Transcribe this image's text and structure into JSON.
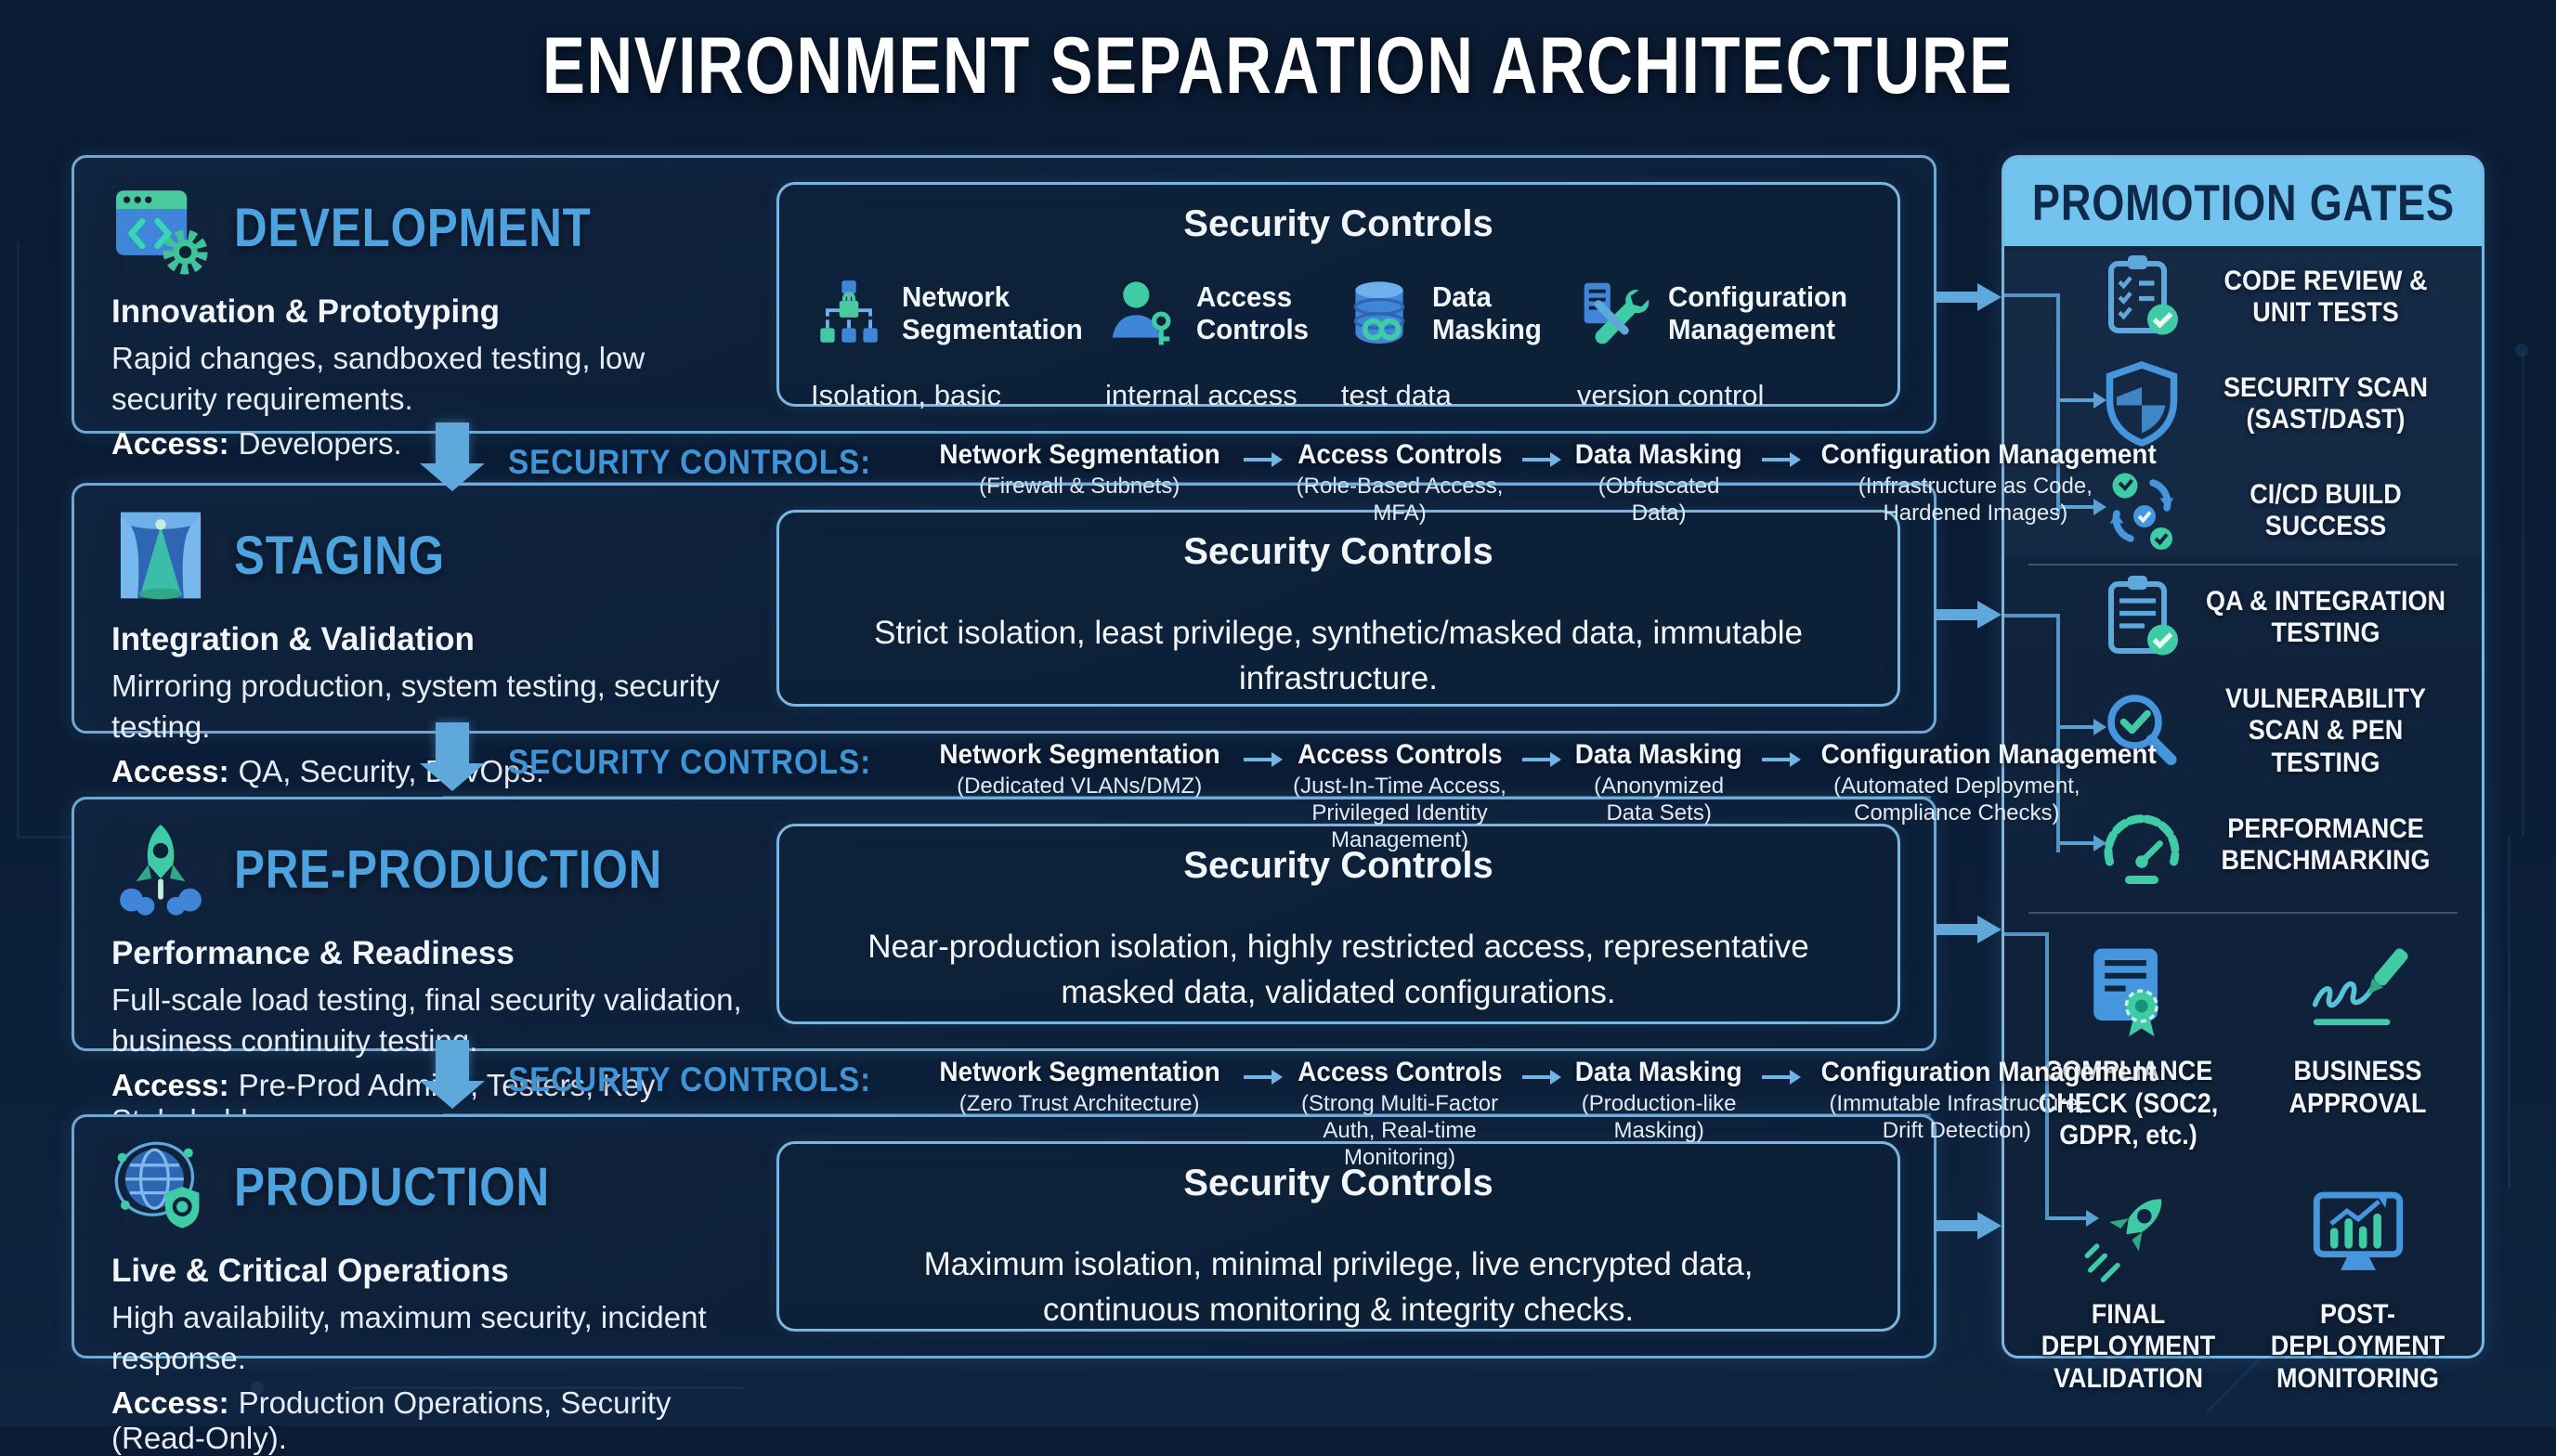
{
  "title": "ENVIRONMENT SEPARATION ARCHITECTURE",
  "colors": {
    "background": "#0a1b33",
    "box_fill": "#0e2138",
    "box_border": "#6fa9d2",
    "accent_blue": "#4da3e0",
    "arrow_blue": "#5fa8dc",
    "label_blue": "#3f94d8",
    "teal_green": "#3ecba6",
    "icon_blue": "#3f86d8",
    "gates_header_bg": "#72c3ee",
    "gates_header_text": "#0e2a4a",
    "text_white": "#f2f6fa"
  },
  "environments": [
    {
      "name": "DEVELOPMENT",
      "icon": "code-window-gear-icon",
      "subtitle": "Innovation & Prototyping",
      "description": "Rapid changes, sandboxed testing, low security requirements.",
      "access_label": "Access:",
      "access": "Developers.",
      "controls": {
        "title": "Security Controls",
        "items": [
          {
            "icon": "network-segmentation-icon",
            "label": "Network Segmentation",
            "detail": "Isolation, basic"
          },
          {
            "icon": "access-controls-icon",
            "label": "Access Controls",
            "detail": "internal access"
          },
          {
            "icon": "data-masking-icon",
            "label": "Data Masking",
            "detail": "test data"
          },
          {
            "icon": "configuration-management-icon",
            "label": "Configuration Management",
            "detail": "version control"
          }
        ]
      }
    },
    {
      "name": "STAGING",
      "icon": "stage-curtain-icon",
      "subtitle": "Integration & Validation",
      "description": "Mirroring production, system testing, security testing.",
      "access_label": "Access:",
      "access": "QA, Security, DevOps.",
      "controls": {
        "title": "Security Controls",
        "text": "Strict isolation, least privilege, synthetic/masked data, immutable infrastructure."
      }
    },
    {
      "name": "PRE-PRODUCTION",
      "icon": "rocket-launch-icon",
      "subtitle": "Performance & Readiness",
      "description": "Full-scale load testing, final security validation, business continuity testing.",
      "access_label": "Access:",
      "access": "Pre-Prod Admins, Testers, Key Stakeholders.",
      "controls": {
        "title": "Security Controls",
        "text": "Near-production isolation, highly restricted access, representative masked data, validated configurations."
      }
    },
    {
      "name": "PRODUCTION",
      "icon": "globe-shield-icon",
      "subtitle": "Live & Critical Operations",
      "description": "High availability, maximum security, incident response.",
      "access_label": "Access:",
      "access": "Production Operations, Security (Read-Only).",
      "controls": {
        "title": "Security Controls",
        "text": "Maximum isolation, minimal privilege, live encrypted data, continuous monitoring & integrity checks."
      }
    }
  ],
  "transitions": [
    {
      "label": "SECURITY CONTROLS:",
      "steps": [
        {
          "name": "Network Segmentation",
          "detail": "(Firewall & Subnets)"
        },
        {
          "name": "Access Controls",
          "detail": "(Role-Based Access, MFA)"
        },
        {
          "name": "Data Masking",
          "detail": "(Obfuscated Data)"
        },
        {
          "name": "Configuration Management",
          "detail": "(Infrastructure as Code, Hardened Images)"
        }
      ]
    },
    {
      "label": "SECURITY CONTROLS:",
      "steps": [
        {
          "name": "Network Segmentation",
          "detail": "(Dedicated VLANs/DMZ)"
        },
        {
          "name": "Access Controls",
          "detail": "(Just-In-Time Access, Privileged Identity Management)"
        },
        {
          "name": "Data Masking",
          "detail": "(Anonymized Data Sets)"
        },
        {
          "name": "Configuration Management",
          "detail": "(Automated Deployment, Compliance Checks)"
        }
      ]
    },
    {
      "label": "SECURITY CONTROLS:",
      "steps": [
        {
          "name": "Network Segmentation",
          "detail": "(Zero Trust Architecture)"
        },
        {
          "name": "Access Controls",
          "detail": "(Strong Multi-Factor Auth, Real-time Monitoring)"
        },
        {
          "name": "Data Masking",
          "detail": "(Production-like Masking)"
        },
        {
          "name": "Configuration Management",
          "detail": "(Immutable Infrastructure, Drift Detection)"
        }
      ]
    }
  ],
  "gates": {
    "title": "PROMOTION GATES",
    "groups": [
      {
        "items": [
          {
            "icon": "clipboard-check-icon",
            "label": "CODE REVIEW & UNIT TESTS"
          },
          {
            "icon": "shield-icon",
            "label": "SECURITY SCAN (SAST/DAST)"
          },
          {
            "icon": "cicd-pipeline-icon",
            "label": "CI/CD BUILD SUCCESS"
          }
        ]
      },
      {
        "items": [
          {
            "icon": "clipboard-check-icon",
            "label": "QA & INTEGRATION TESTING"
          },
          {
            "icon": "magnifier-check-icon",
            "label": "VULNERABILITY SCAN & PEN TESTING"
          },
          {
            "icon": "speedometer-icon",
            "label": "PERFORMANCE BENCHMARKING"
          }
        ]
      },
      {
        "items": [
          {
            "icon": "certificate-icon",
            "label": "COMPLIANCE CHECK (SOC2, GDPR, etc.)"
          },
          {
            "icon": "signature-icon",
            "label": "BUSINESS APPROVAL"
          },
          {
            "icon": "rocket-icon",
            "label": "FINAL DEPLOYMENT VALIDATION"
          },
          {
            "icon": "monitor-chart-icon",
            "label": "POST-DEPLOYMENT MONITORING"
          }
        ]
      }
    ]
  }
}
